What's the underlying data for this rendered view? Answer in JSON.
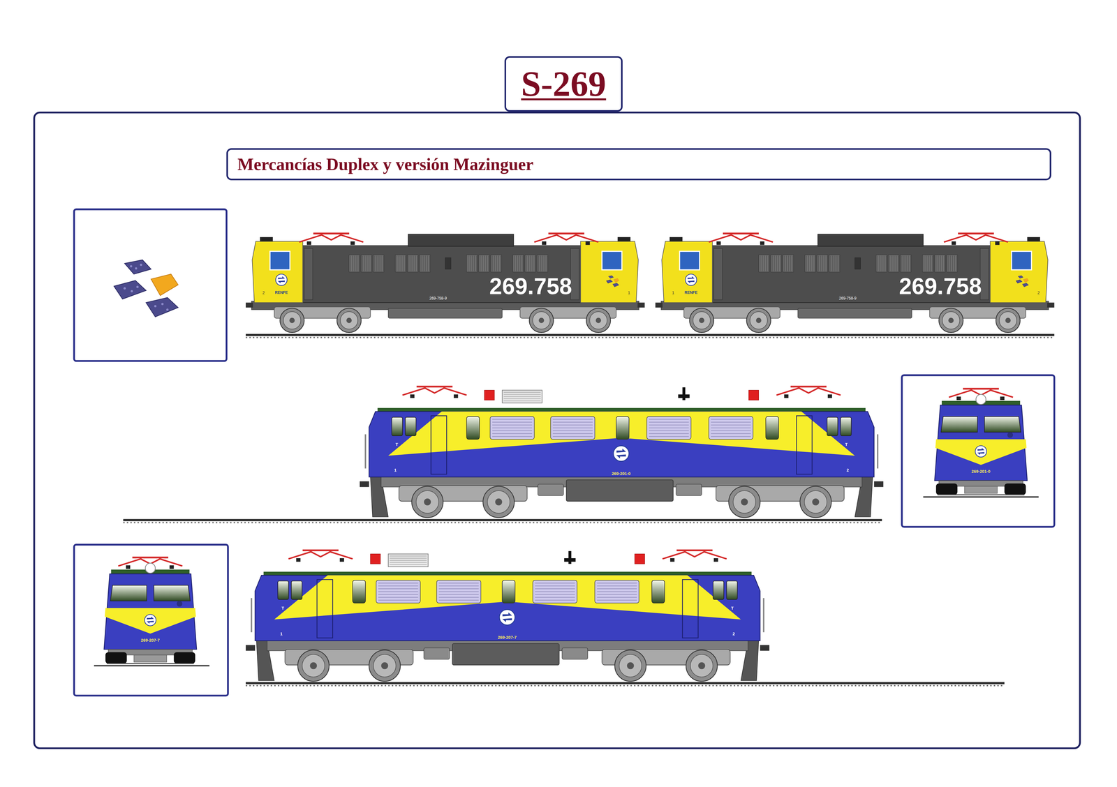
{
  "diagram": {
    "nodes": [
      {
        "text": [
          "S-269"
        ]
      },
      {
        "text": [
          "Mercancías Duplex y versión Mazinguer"
        ]
      }
    ],
    "labels": [
      "2",
      "RENFE",
      "269-758-9",
      "269.758",
      "1",
      "1",
      "RENFE",
      "269-758-9",
      "269.758",
      "2",
      "T",
      "1",
      "269-201-0",
      "T",
      "2",
      "269-201-0",
      "269-207-7",
      "T",
      "1",
      "269-207-7",
      "T",
      "2"
    ]
  }
}
